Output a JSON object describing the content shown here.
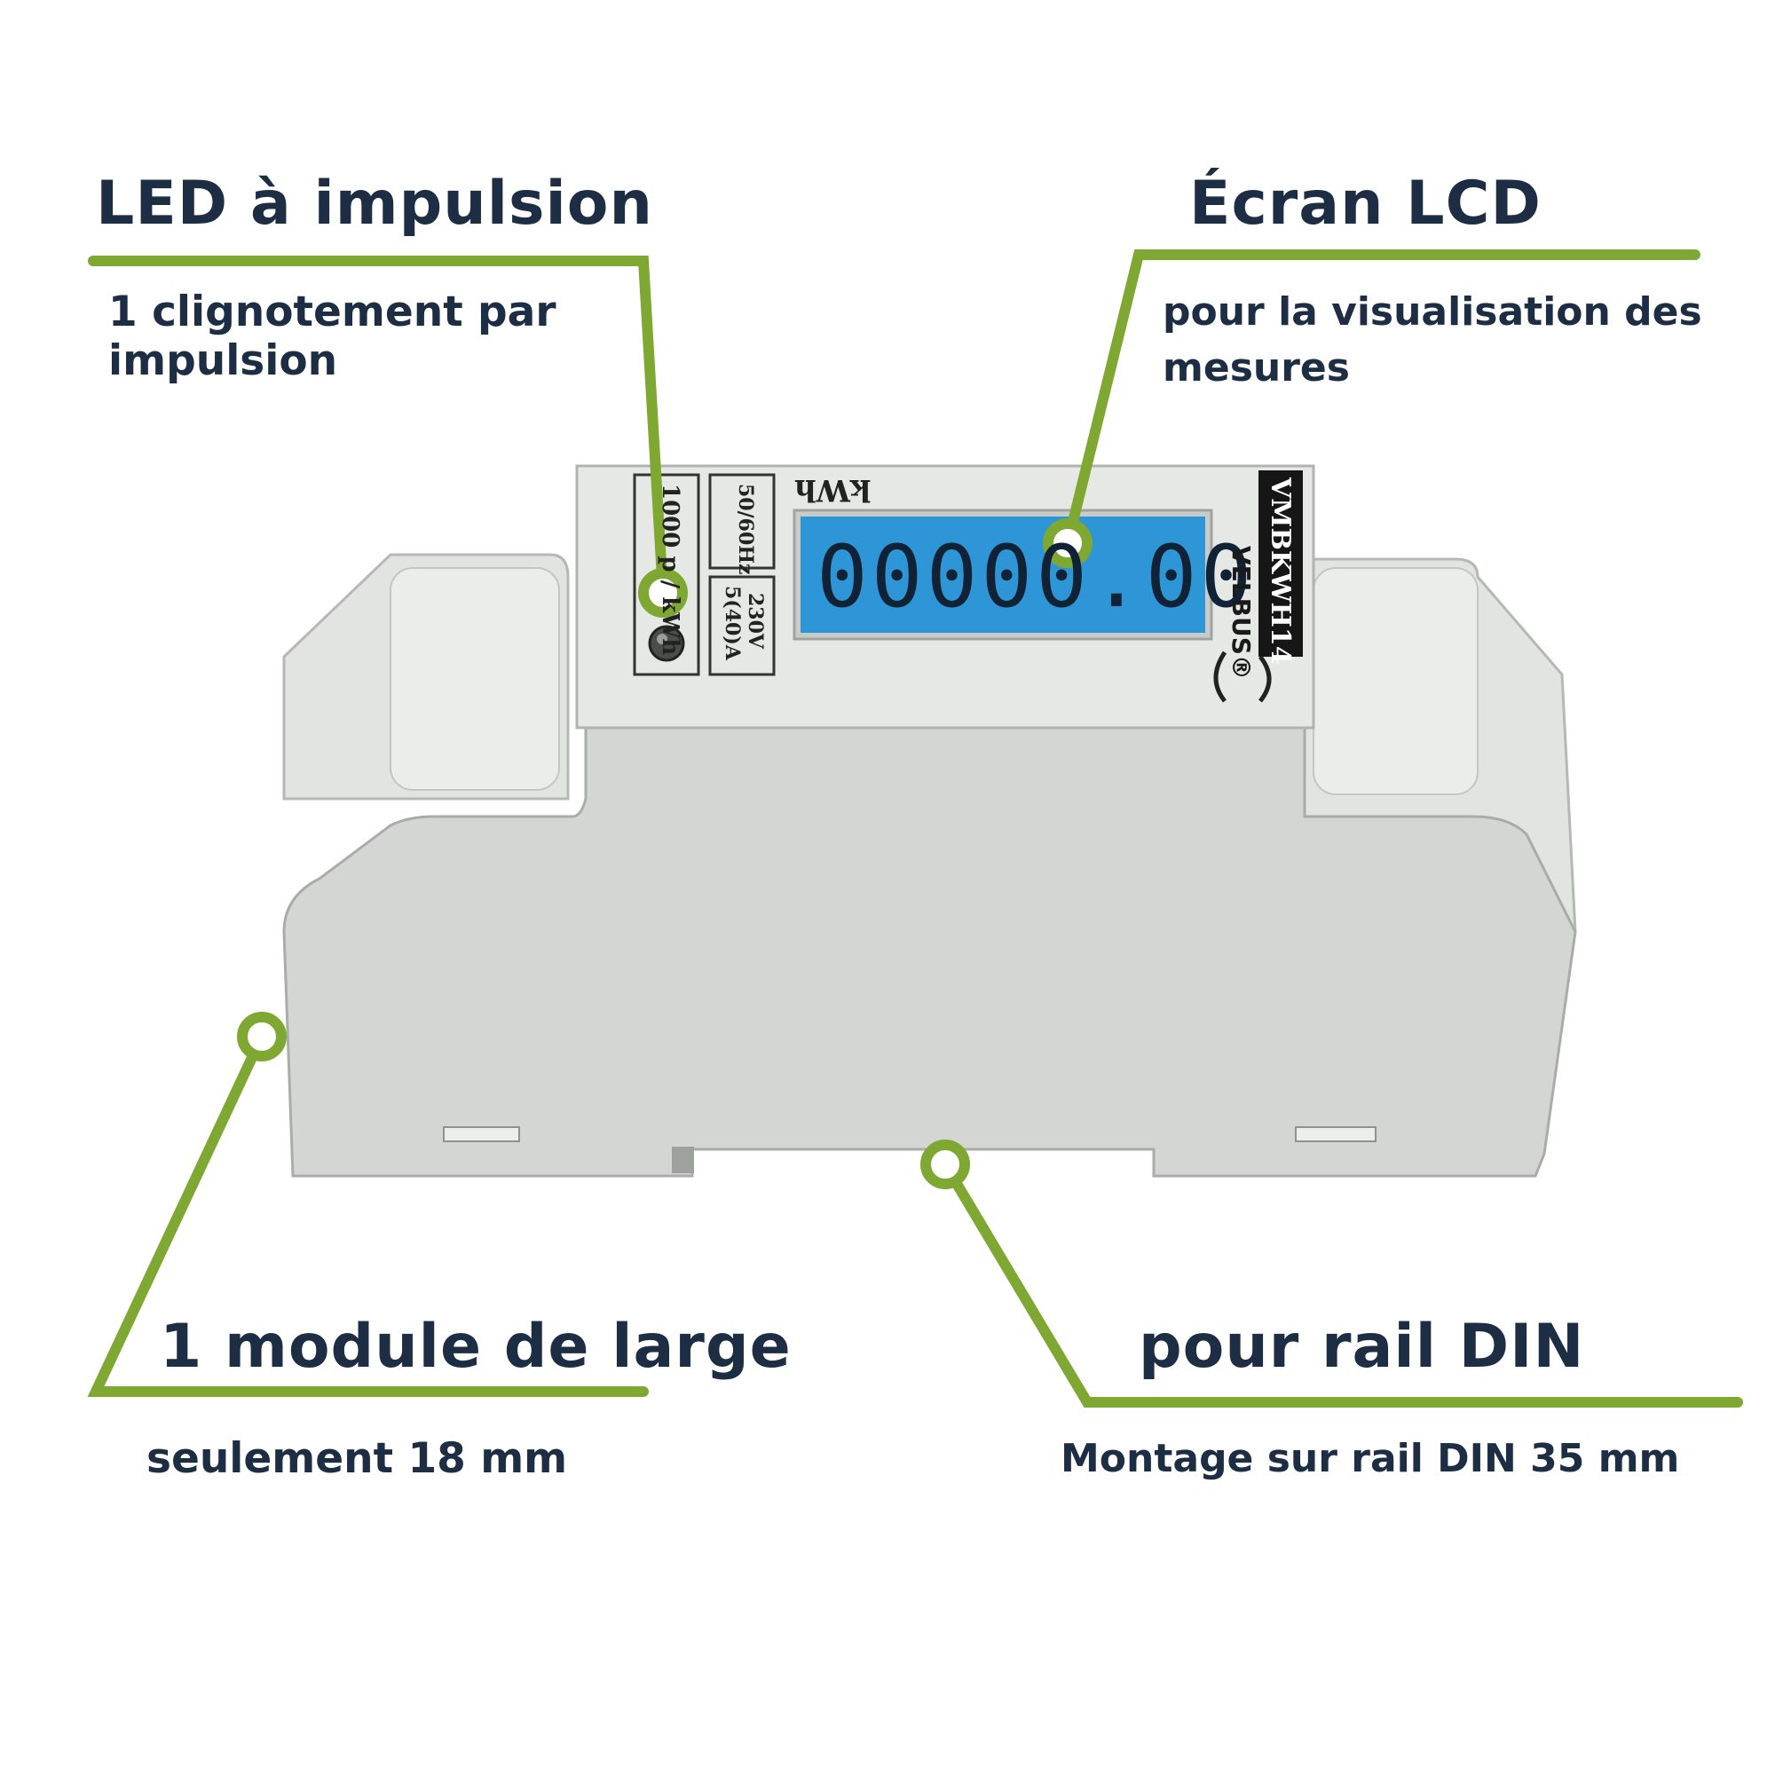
{
  "callouts": {
    "led": {
      "title": "LED à impulsion",
      "line1": "1 clignotement par",
      "line2": "impulsion"
    },
    "lcd": {
      "title": "Écran LCD",
      "line1": "pour la visualisation des",
      "line2": "mesures"
    },
    "width": {
      "title": "1 module de large",
      "line1": "seulement 18 mm"
    },
    "din": {
      "title": "pour rail DIN",
      "line1": "Montage sur rail DIN 35 mm"
    }
  },
  "meter": {
    "impulse_label": "1000 p / kWh",
    "freq_label": "50/60Hz",
    "current_label": "5(40)A",
    "voltage_label": "230V",
    "unit_label": "kWh",
    "display_value": "00000.00",
    "brand": "VELBUS®",
    "model": "VMBKWH14"
  },
  "colors": {
    "accent": "#7fa832",
    "text": "#1d2d44",
    "lcd": "#2e96d6",
    "body": "#d7d9d7"
  }
}
